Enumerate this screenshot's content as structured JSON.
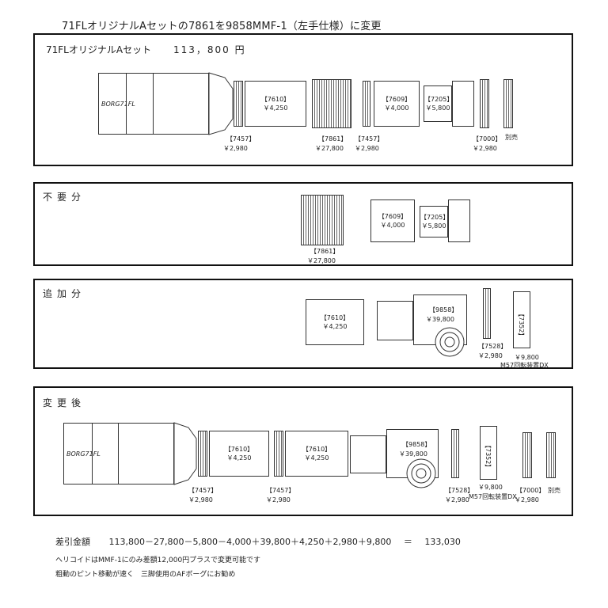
{
  "page_title": "71FLオリジナルAセットの7861を9858MMF-1（左手仕様）に変更",
  "set_panel": {
    "heading": "71FLオリジナルAセット",
    "price": "113，800 円",
    "scope_label": "BORG71FL",
    "items": [
      {
        "code": "【7457】",
        "price": "￥2,980"
      },
      {
        "code": "【7610】",
        "price": "￥4,250"
      },
      {
        "code": "【7861】",
        "price": "￥27,800"
      },
      {
        "code": "【7457】",
        "price": "￥2,980"
      },
      {
        "code": "【7609】",
        "price": "￥4,000"
      },
      {
        "code": "【7205】",
        "price": "￥5,800"
      },
      {
        "code": "【7000】",
        "price": "￥2,980"
      }
    ],
    "extra_note": "別売"
  },
  "removed_panel": {
    "heading": "不要分",
    "items": [
      {
        "code": "【7861】",
        "price": "￥27,800"
      },
      {
        "code": "【7609】",
        "price": "￥4,000"
      },
      {
        "code": "【7205】",
        "price": "￥5,800"
      }
    ]
  },
  "added_panel": {
    "heading": "追加分",
    "items": [
      {
        "code": "【7610】",
        "price": "￥4,250"
      },
      {
        "code": "【9858】",
        "price": "￥39,800"
      },
      {
        "code": "【7528】",
        "price": "￥2,980"
      },
      {
        "code": "【7352】",
        "price": "￥9,800"
      }
    ],
    "rotator_label": "M57回転装置DX"
  },
  "after_panel": {
    "heading": "変更後",
    "scope_label": "BORG71FL",
    "items": [
      {
        "code": "【7457】",
        "price": "￥2,980"
      },
      {
        "code": "【7610】",
        "price": "￥4,250"
      },
      {
        "code": "【7457】",
        "price": "￥2,980"
      },
      {
        "code": "【7610】",
        "price": "￥4,250"
      },
      {
        "code": "【9858】",
        "price": "￥39,800"
      },
      {
        "code": "【7528】",
        "price": "￥2,980"
      },
      {
        "code": "【7352】",
        "price": "￥9,800"
      },
      {
        "code": "【7000】",
        "price": "￥2,980"
      }
    ],
    "rotator_label": "M57回転装置DX",
    "extra_note": "別売"
  },
  "summary": {
    "label": "差引金額",
    "formula": "113,800－27,800－5,800－4,000＋39,800＋4,250＋2,980＋9,800",
    "equals": "＝",
    "result": "133,030",
    "note1": "ヘリコイドはMMF-1にのみ差額12,000円プラスで変更可能です",
    "note2": "粗動のピント移動が速く　三脚使用のAFボーグにお勧め"
  }
}
